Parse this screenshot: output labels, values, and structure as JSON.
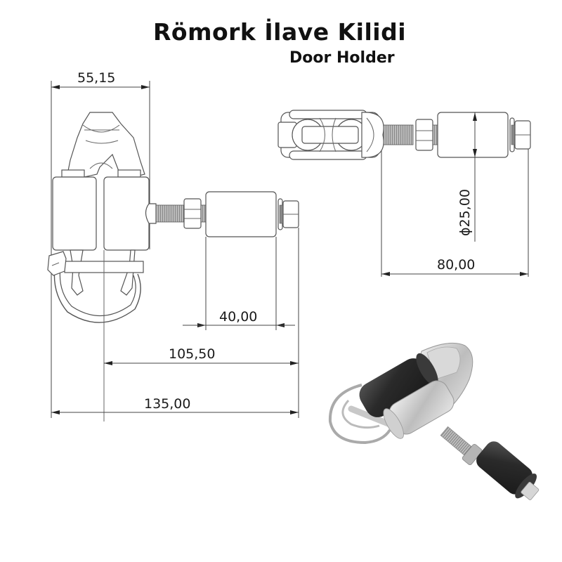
{
  "title": {
    "main": "Römork İlave Kilidi",
    "subtitle": "Door Holder"
  },
  "dimensions": {
    "width_top": "55,15",
    "roller_length": "40,00",
    "bolt_reach": "105,50",
    "overall_length": "135,00",
    "diameter": "ϕ25,00",
    "side_length": "80,00"
  },
  "views": {
    "front": "front-orthographic-view",
    "top": "top-orthographic-view",
    "render": "3d-product-render"
  },
  "colors": {
    "line": "#555555",
    "rubber": "#2b2b2b",
    "steel": "#c8c8c8",
    "text": "#111111"
  }
}
